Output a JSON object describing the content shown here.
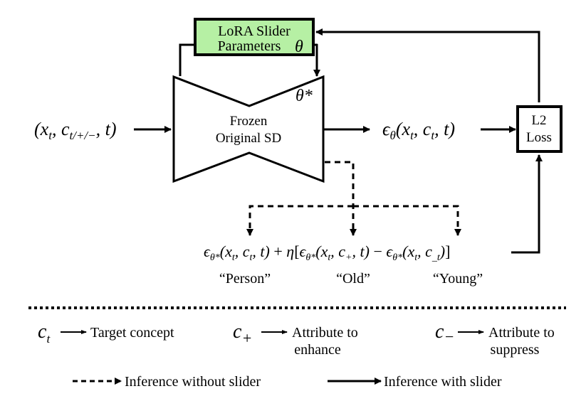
{
  "lora_box": {
    "line1": "LoRA Slider",
    "line2": "Parameters",
    "symbol": "θ",
    "fill_color": "#b6f0a4"
  },
  "sd_block": {
    "line1": "Frozen",
    "line2": "Original SD",
    "symbol": "θ*"
  },
  "input": {
    "open": "(",
    "x": "x",
    "x_sub": "t",
    "sep1": ", ",
    "c": "c",
    "c_sub": "t/+/−",
    "sep2": ", ",
    "t": "t",
    "close": ")"
  },
  "output": {
    "eps": "ϵ",
    "eps_sub": "θ",
    "args_open": "(",
    "x": "x",
    "x_sub": "t",
    "sep1": ", ",
    "c": "c",
    "c_sub": "t",
    "sep2": ", ",
    "t": "t",
    "close": ")"
  },
  "loss_box": {
    "line1": "L2",
    "line2": "Loss"
  },
  "equation": {
    "term1": {
      "eps": "ϵ",
      "sub": "θ*",
      "open": "(",
      "x": "x",
      "x_sub": "t",
      "sep": ", ",
      "c": "c",
      "c_sub": "t",
      "rest": ", t)"
    },
    "plus": " + ",
    "eta": "η",
    "bracket_open": "[",
    "term2": {
      "eps": "ϵ",
      "sub": "θ*",
      "open": "(",
      "x": "x",
      "x_sub": "t",
      "sep": ", ",
      "c": "c",
      "c_sub": "+",
      "rest": ", t)"
    },
    "minus": " − ",
    "term3": {
      "eps": "ϵ",
      "sub": "θ*",
      "open": "(",
      "x": "x",
      "x_sub": "t",
      "sep": ", ",
      "c": "c",
      "c_sub": "_t",
      "rest": ")"
    },
    "bracket_close": "]"
  },
  "labels": {
    "person": "“Person”",
    "old": "“Old”",
    "young": "“Young”"
  },
  "legend": {
    "ct": {
      "symbol": "c",
      "sub": "t",
      "text": "Target concept"
    },
    "cplus": {
      "symbol": "c",
      "sub": "+",
      "text1": "Attribute to",
      "text2": "enhance"
    },
    "cminus": {
      "symbol": "c",
      "sub": "−",
      "text1": "Attribute to",
      "text2": "suppress"
    },
    "dashed": "Inference without slider",
    "solid": "Inference with slider"
  }
}
